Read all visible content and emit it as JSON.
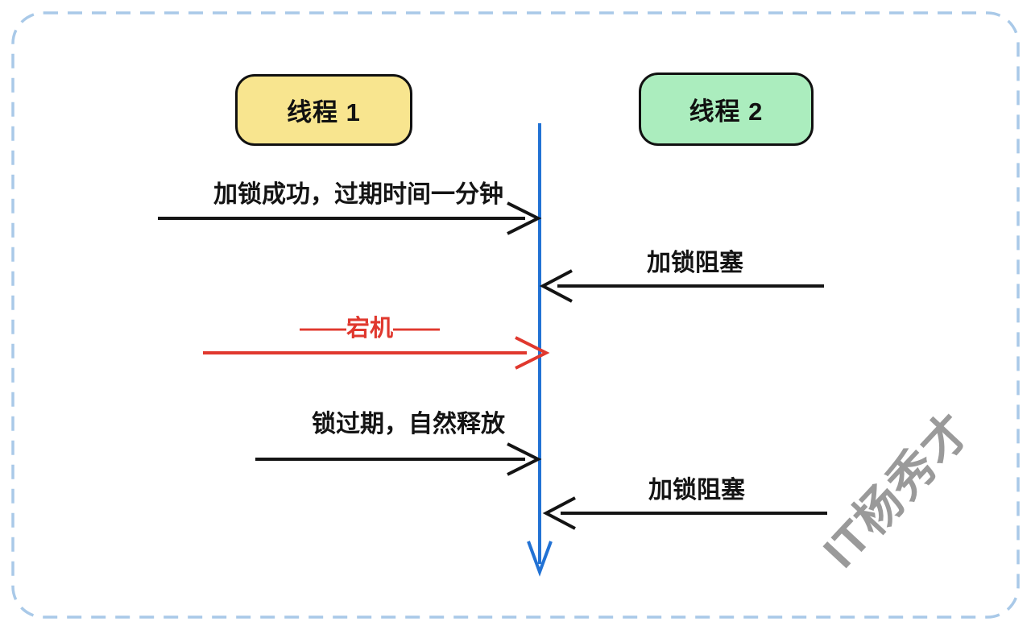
{
  "diagram": {
    "type": "sequence-diagram",
    "actors": [
      {
        "id": "thread1",
        "label": "线程 1"
      },
      {
        "id": "thread2",
        "label": "线程 2"
      }
    ],
    "messages": [
      {
        "id": "m1",
        "from": "thread1",
        "direction": "right",
        "label": "加锁成功，过期时间一分钟",
        "style": "normal"
      },
      {
        "id": "m2",
        "from": "thread2",
        "direction": "left",
        "label": "加锁阻塞",
        "style": "normal"
      },
      {
        "id": "crash",
        "from": "thread1",
        "direction": "right",
        "label": "——宕机——",
        "style": "crash"
      },
      {
        "id": "m3",
        "from": "thread1",
        "direction": "right",
        "label": "锁过期，自然释放",
        "style": "normal"
      },
      {
        "id": "m4",
        "from": "thread2",
        "direction": "left",
        "label": "加锁阻塞",
        "style": "normal"
      }
    ],
    "watermark": "IT杨秀才",
    "colors": {
      "arrow_black": "#141414",
      "crash_red": "#E0382E",
      "timeline_blue": "#2272D4",
      "border_blue": "#A9C9E8",
      "actor1_fill": "#F8E58F",
      "actor2_fill": "#ABEDBE",
      "watermark_gray": "#9A9A9A"
    }
  }
}
